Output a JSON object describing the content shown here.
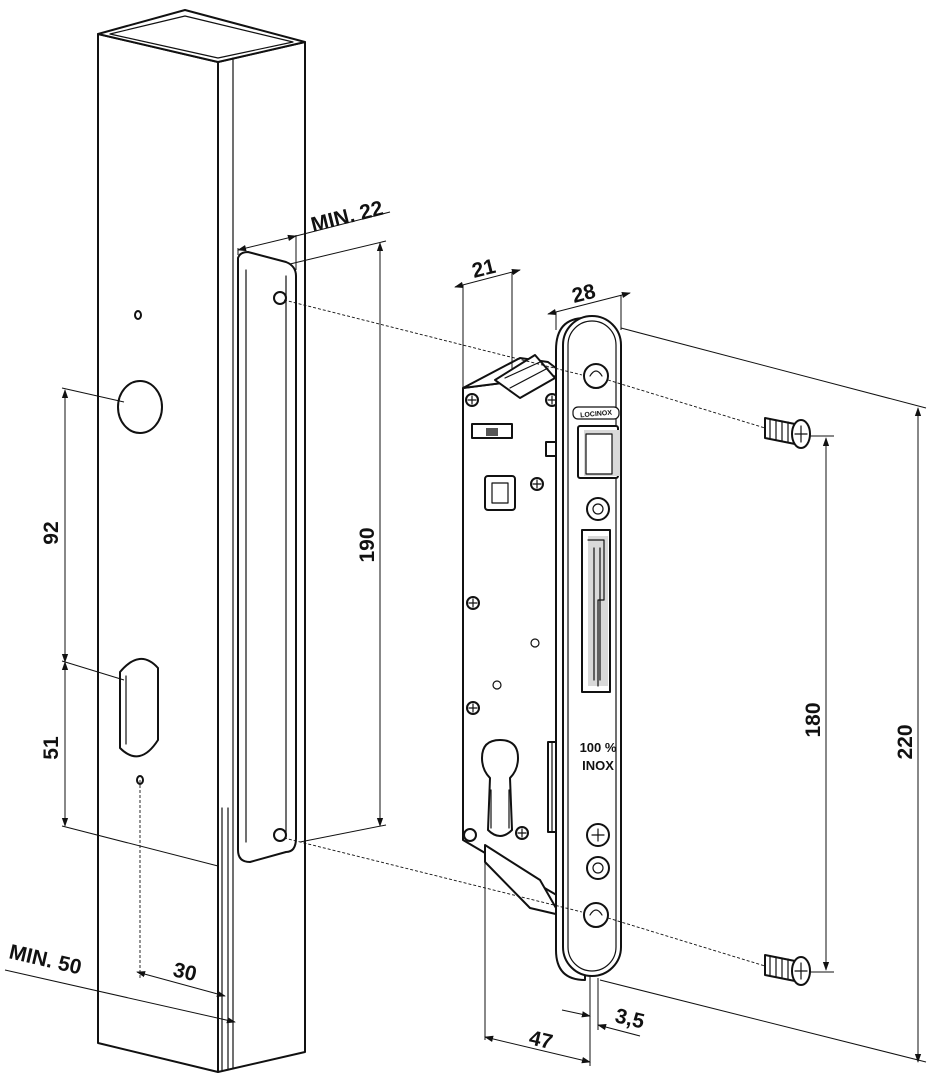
{
  "dimensions": {
    "min_22": "MIN. 22",
    "d21": "21",
    "d28": "28",
    "d92": "92",
    "d51": "51",
    "d190": "190",
    "d180": "180",
    "d220": "220",
    "min_50": "MIN. 50",
    "d30": "30",
    "d47": "47",
    "d3_5": "3,5"
  },
  "faceplate": {
    "brand": "LOCINOX",
    "material_line1": "100 %",
    "material_line2": "INOX"
  }
}
